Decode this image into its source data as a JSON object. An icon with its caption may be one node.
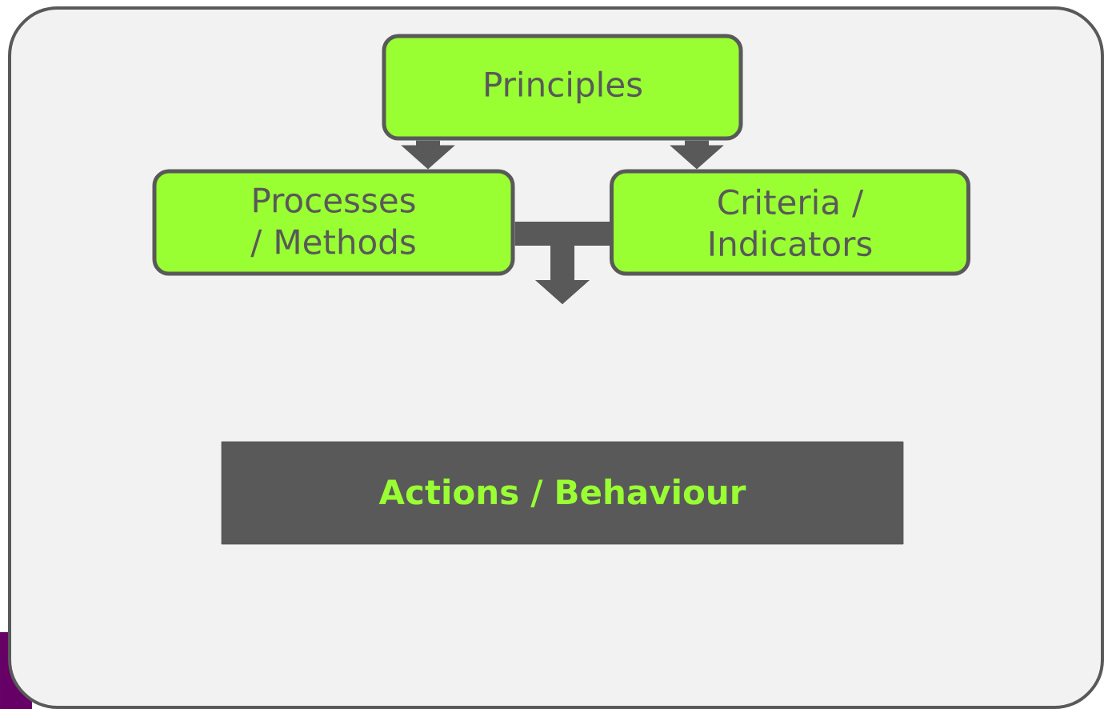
{
  "diagram": {
    "nodes": [
      {
        "text": [
          "Principles"
        ]
      },
      {
        "text": [
          "Processes / Methods"
        ]
      },
      {
        "text": [
          "Criteria / Indicators"
        ]
      },
      {
        "text": [
          "Actions / Behaviour"
        ]
      }
    ],
    "edges": [
      {
        "from": 0,
        "to": 1,
        "arrow": "to"
      },
      {
        "from": 0,
        "to": 2,
        "arrow": "to"
      },
      {
        "from": 1,
        "to": null,
        "arrow": "to"
      },
      {
        "from": 2,
        "to": null,
        "arrow": "to"
      }
    ]
  }
}
